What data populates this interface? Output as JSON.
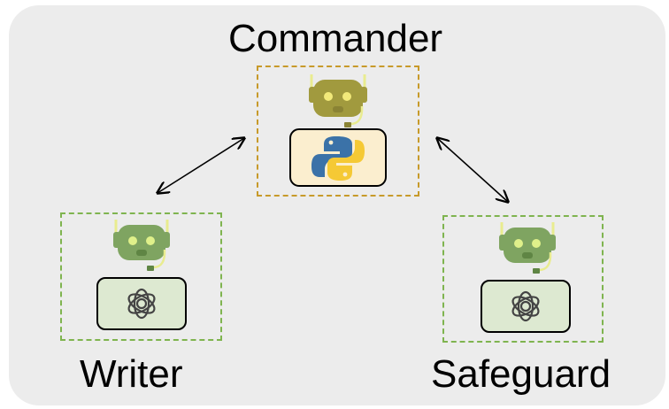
{
  "diagram": {
    "nodes": [
      {
        "id": "commander",
        "label": "Commander",
        "engine_icon": "python-logo-icon",
        "border_color": "#c79a2a",
        "robot_color": "#a19a3e"
      },
      {
        "id": "writer",
        "label": "Writer",
        "engine_icon": "openai-logo-icon",
        "border_color": "#7fb44f",
        "robot_color": "#7fa461"
      },
      {
        "id": "safeguard",
        "label": "Safeguard",
        "engine_icon": "openai-logo-icon",
        "border_color": "#7fb44f",
        "robot_color": "#7fa461"
      }
    ],
    "edges": [
      {
        "from": "commander",
        "to": "writer",
        "direction": "bidirectional"
      },
      {
        "from": "commander",
        "to": "safeguard",
        "direction": "bidirectional"
      }
    ]
  }
}
